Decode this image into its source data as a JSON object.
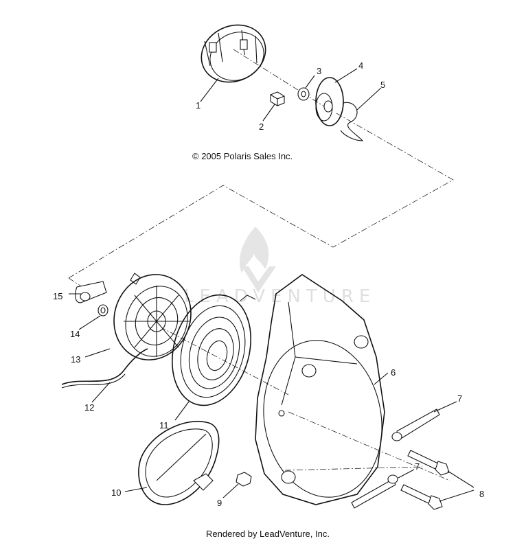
{
  "copyright": "© 2005 Polaris Sales Inc.",
  "footer": "Rendered by LeadVenture, Inc.",
  "watermark": "LEADVENTURE",
  "callouts": [
    "1",
    "2",
    "3",
    "4",
    "5",
    "6",
    "7",
    "7",
    "8",
    "9",
    "10",
    "11",
    "12",
    "13",
    "14",
    "15"
  ]
}
